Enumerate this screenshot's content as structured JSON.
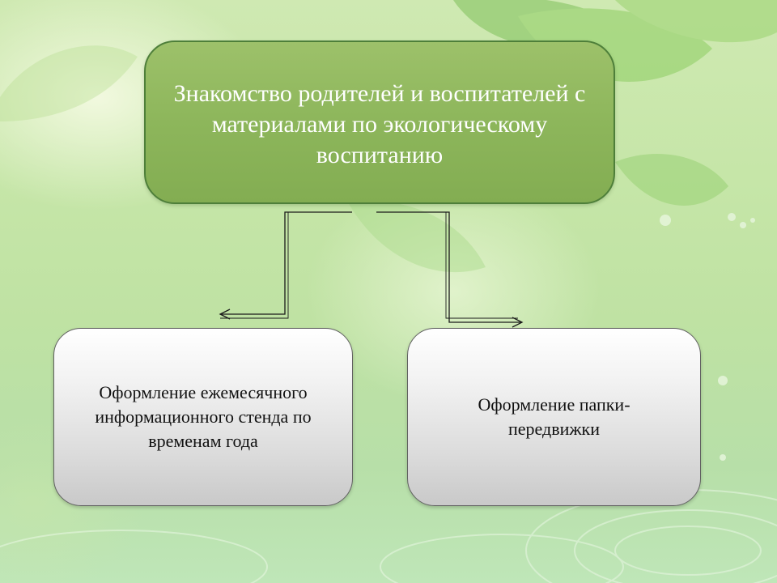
{
  "diagram": {
    "main_node": {
      "text": "Знакомство родителей и воспитателей с материалами по экологическому воспитанию",
      "fill_color": "#8db65b",
      "text_color": "#ffffff"
    },
    "children": [
      {
        "text": "Оформление ежемесячного информационного стенда по временам года"
      },
      {
        "text": "Оформление папки-передвижки"
      }
    ],
    "child_fill_color": "#dcdcdc"
  }
}
